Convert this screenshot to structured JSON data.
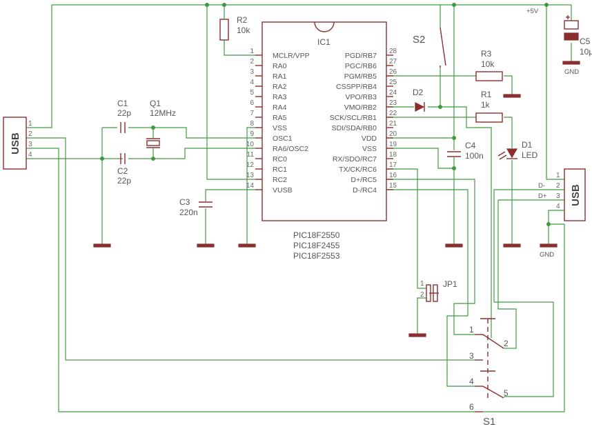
{
  "colors": {
    "wire": "#3f9a3f",
    "part": "#8b2e2e",
    "text": "#555555"
  },
  "usb_left": {
    "label": "USB",
    "pins": [
      "1",
      "2",
      "3",
      "4"
    ]
  },
  "usb_right": {
    "label": "USB",
    "pins": [
      "1",
      "2",
      "3",
      "4"
    ],
    "net_dminus": "D-",
    "net_dplus": "D+",
    "gnd": "GND"
  },
  "power": {
    "vplus": "+5V"
  },
  "ic1": {
    "name": "IC1",
    "left_pins": [
      {
        "num": "1",
        "name": "MCLR/VPP"
      },
      {
        "num": "2",
        "name": "RA0"
      },
      {
        "num": "3",
        "name": "RA1"
      },
      {
        "num": "4",
        "name": "RA2"
      },
      {
        "num": "5",
        "name": "RA3"
      },
      {
        "num": "6",
        "name": "RA4"
      },
      {
        "num": "7",
        "name": "RA5"
      },
      {
        "num": "8",
        "name": "VSS"
      },
      {
        "num": "9",
        "name": "OSC1"
      },
      {
        "num": "10",
        "name": "RA6/OSC2"
      },
      {
        "num": "11",
        "name": "RC0"
      },
      {
        "num": "12",
        "name": "RC1"
      },
      {
        "num": "13",
        "name": "RC2"
      },
      {
        "num": "14",
        "name": "VUSB"
      }
    ],
    "right_pins": [
      {
        "num": "28",
        "name": "PGD/RB7"
      },
      {
        "num": "27",
        "name": "PGC/RB6"
      },
      {
        "num": "26",
        "name": "PGM/RB5"
      },
      {
        "num": "25",
        "name": "CSSPP/RB4"
      },
      {
        "num": "24",
        "name": "VPO/RB3"
      },
      {
        "num": "23",
        "name": "VMO/RB2"
      },
      {
        "num": "22",
        "name": "SCK/SCL/RB1"
      },
      {
        "num": "21",
        "name": "SDI/SDA/RB0"
      },
      {
        "num": "20",
        "name": "VDD"
      },
      {
        "num": "19",
        "name": "VSS"
      },
      {
        "num": "18",
        "name": "RX/SDO/RC7"
      },
      {
        "num": "17",
        "name": "TX/CK/RC6"
      },
      {
        "num": "16",
        "name": "D+/RC5"
      },
      {
        "num": "15",
        "name": "D-/RC4"
      }
    ],
    "variants": [
      "PIC18F2550",
      "PIC18F2455",
      "PIC18F2553"
    ]
  },
  "components": {
    "r2": {
      "name": "R2",
      "value": "10k"
    },
    "r3": {
      "name": "R3",
      "value": "10k"
    },
    "r1": {
      "name": "R1",
      "value": "1k"
    },
    "c1": {
      "name": "C1",
      "value": "22p"
    },
    "c2": {
      "name": "C2",
      "value": "22p"
    },
    "c3": {
      "name": "C3",
      "value": "220n"
    },
    "c4": {
      "name": "C4",
      "value": "100n"
    },
    "c5": {
      "name": "C5",
      "value": "10µ"
    },
    "q1": {
      "name": "Q1",
      "value": "12MHz"
    },
    "d1": {
      "name": "D1",
      "value": "LED"
    },
    "d2": {
      "name": "D2"
    },
    "s2": {
      "name": "S2"
    },
    "jp1": {
      "name": "JP1",
      "pins": [
        "1",
        "2"
      ]
    },
    "s1": {
      "name": "S1",
      "pins": [
        "1",
        "2",
        "3",
        "4",
        "5",
        "6"
      ]
    },
    "gnd": "GND"
  }
}
